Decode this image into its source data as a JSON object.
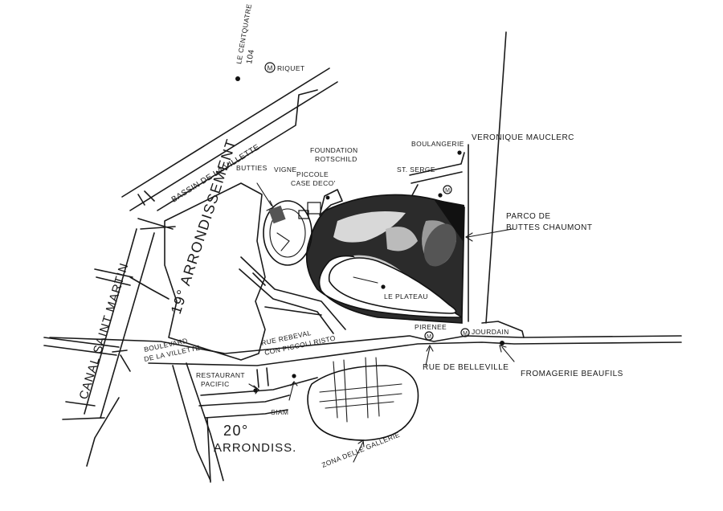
{
  "map": {
    "labels": {
      "centquatre_1": "LE CENTQUATRE",
      "centquatre_2": "104",
      "riquet": "RIQUET",
      "bassin": "BASSIN DE LA VILLETTE",
      "arrondissement_19": "19° ARRONDISSEMENT",
      "canal": "CANAL SAINT MARTIN",
      "boulevard_1": "BOULEVARD",
      "boulevard_2": "DE LA VILLETTE",
      "restaurant_1": "RESTAURANT",
      "restaurant_2": "PACIFIC",
      "siam": "SIAM",
      "arrondissement_20_1": "20°",
      "arrondissement_20_2": "ARRONDISS.",
      "zona": "ZONA DELLE GALLERIE",
      "rue_belleville": "RUE DE BELLEVILLE",
      "fromagerie": "FROMAGERIE BEAUFILS",
      "pirenee": "PIRENEE",
      "jourdain": "JOURDAIN",
      "le_plateau": "LE PLATEAU",
      "rebeval_1": "RUE REBEVAL",
      "rebeval_2": "CON PICCOLI RISTO",
      "parco_1": "PARCO DE",
      "parco_2": "BUTTES CHAUMONT",
      "boulangerie": "BOULANGERIE",
      "veronique": "VERONIQUE MAUCLERC",
      "st_serge": "ST. SERGE",
      "foundation_1": "FOUNDATION",
      "foundation_2": "ROTSCHILD",
      "piccole_1": "PICCOLE",
      "piccole_2": "CASE DECO'",
      "vigne": "VIGNE",
      "butties": "BUTTIES"
    },
    "metro_symbol": "M"
  }
}
